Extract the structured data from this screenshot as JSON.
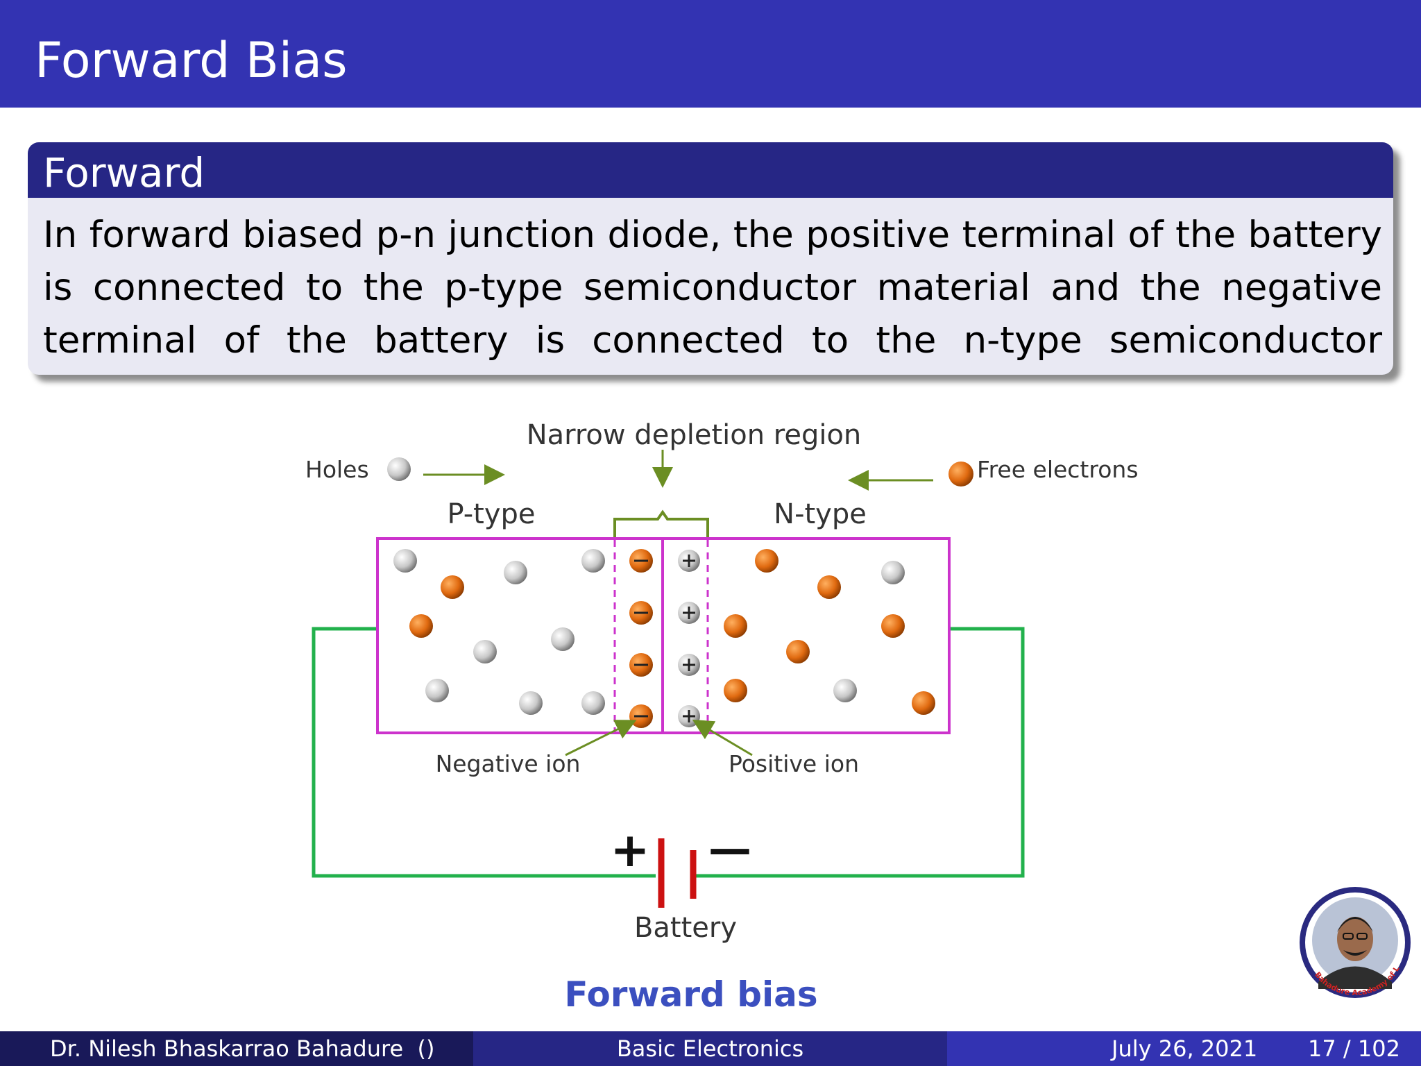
{
  "header": {
    "title": "Forward Bias"
  },
  "block": {
    "title": "Forward",
    "body": "In forward biased p-n junction diode, the positive terminal of the battery is connected to the p-type semiconductor material and the negative terminal of the battery is connected to the n-type semiconductor material."
  },
  "figure": {
    "depletion_label": "Narrow depletion region",
    "holes_label": "Holes",
    "electrons_label": "Free electrons",
    "p_label": "P-type",
    "n_label": "N-type",
    "neg_ion_label": "Negative ion",
    "pos_ion_label": "Positive ion",
    "battery_label": "Battery",
    "plus_sign": "+",
    "minus_sign": "—",
    "caption": "Forward bias",
    "colors": {
      "border": "#cc33cc",
      "wire": "#22b14c",
      "battery": "#cc1111",
      "arrow": "#6b8e23",
      "electron": "#e06a10",
      "hole": "#c8c8c8",
      "caption": "#3b4fbf"
    }
  },
  "footer": {
    "author": "Dr. Nilesh Bhaskarrao Bahadure  ()",
    "course": "Basic Electronics",
    "date": "July 26, 2021",
    "page": "17 / 102"
  },
  "logo": {
    "text": "Bahadure Academy of Learning"
  }
}
